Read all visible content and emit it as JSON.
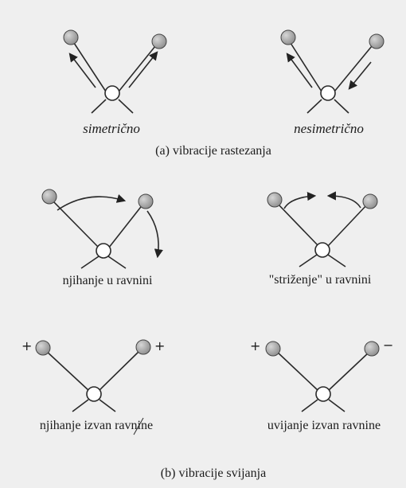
{
  "stretching": {
    "symmetric_label": "simetrično",
    "asymmetric_label": "nesimetrično",
    "caption": "(a) vibracije rastezanja"
  },
  "bending": {
    "rocking_label": "njihanje u ravnini",
    "scissoring_label": "\"striženje\" u ravnini",
    "wagging_label": "njihanje izvan ravnine",
    "twisting_label": "uvijanje izvan ravnine",
    "caption": "(b) vibracije svijanja",
    "signs": {
      "wag_left": "+",
      "wag_right": "+",
      "twist_left": "+",
      "twist_right": "−"
    }
  },
  "colors": {
    "atom_fill": "#a9a9a9",
    "line": "#2a2a2a",
    "background": "#efefef"
  }
}
